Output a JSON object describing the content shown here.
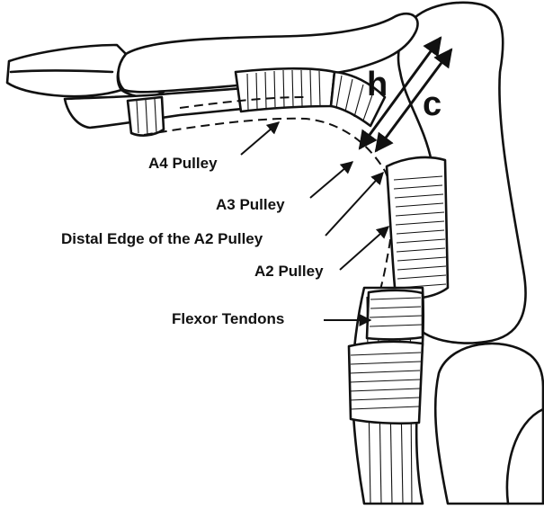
{
  "labels": {
    "a4": "A4 Pulley",
    "a3": "A3 Pulley",
    "a2_distal": "Distal Edge of the A2 Pulley",
    "a2": "A2 Pulley",
    "flexor": "Flexor Tendons"
  },
  "force_labels": {
    "h": "h",
    "c": "c"
  },
  "colors": {
    "ink": "#111111",
    "paper": "#ffffff"
  }
}
